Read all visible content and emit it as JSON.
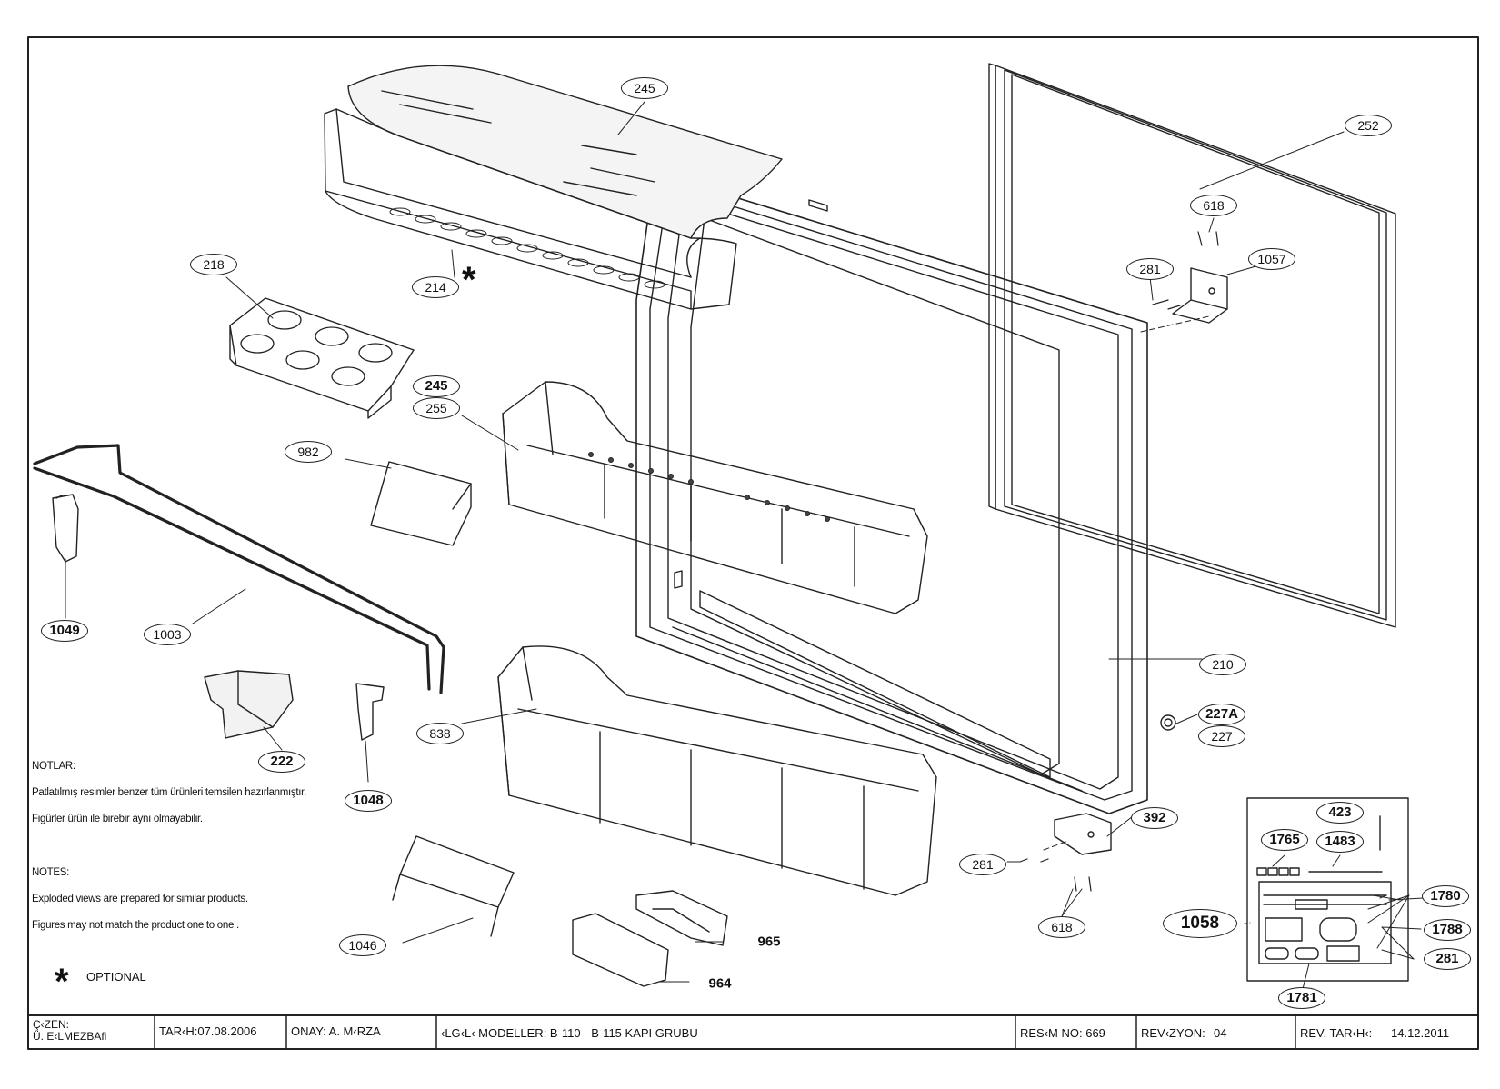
{
  "callouts": {
    "c245_top": "245",
    "c252": "252",
    "c618_top": "618",
    "c281_top": "281",
    "c1057": "1057",
    "c218": "218",
    "c214": "214",
    "c245_mid": "245",
    "c255": "255",
    "c982": "982",
    "c1049": "1049",
    "c1003": "1003",
    "c222": "222",
    "c1048": "1048",
    "c838": "838",
    "c210": "210",
    "c227A": "227A",
    "c227": "227",
    "c392": "392",
    "c281_bot": "281",
    "c618_bot": "618",
    "c1046": "1046",
    "c965": "965",
    "c964": "964",
    "c423": "423",
    "c1765": "1765",
    "c1483": "1483",
    "c1780": "1780",
    "c1058": "1058",
    "c1788": "1788",
    "c281_box": "281",
    "c1781": "1781"
  },
  "optional_marker": "*",
  "notes": {
    "tr_title": "NOTLAR:",
    "tr_line1": "Patlatılmış  resimler benzer tüm ürünleri temsilen  hazırlanmıştır.",
    "tr_line2": "Figürler ürün ile birebir aynı olmayabilir.",
    "en_title": "NOTES:",
    "en_line1": "Exploded views are prepared for similar products.",
    "en_line2": "Figures  may not match the product one to one .",
    "optional_label": "OPTIONAL"
  },
  "title_block": {
    "drawn_label": "Ç‹ZEN:",
    "drawn_by": "Ü. E‹LMEZBAfi",
    "date": "TAR‹H:07.08.2006",
    "approved": "ONAY: A. M‹RZA",
    "models": "‹LG‹L‹ MODELLER: B-110 - B-115 KAPI GRUBU",
    "drawing_no": "RES‹M NO: 669",
    "revision_label": "REV‹ZYON:",
    "revision": "04",
    "rev_date_label": "REV. TAR‹H‹:",
    "rev_date": "14.12.2011"
  }
}
